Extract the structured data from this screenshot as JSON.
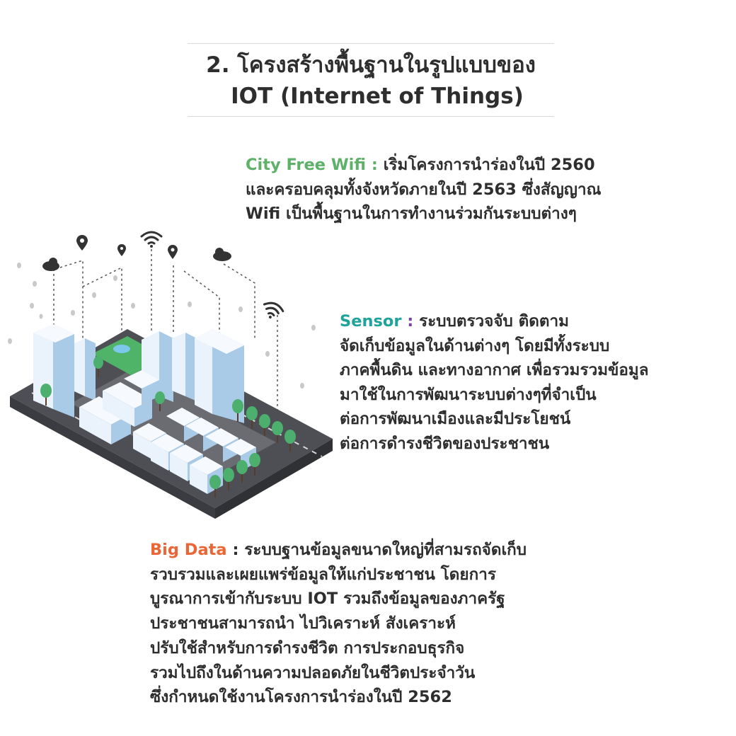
{
  "colors": {
    "accent_green": "#5db169",
    "accent_teal": "#1fa39a",
    "accent_orange": "#ea6634",
    "accent_purple": "#7b3fa0",
    "text_dark": "#2e2e2e",
    "road_gray": "#4d4f55",
    "building_light": "#eaf3fb",
    "building_blue": "#a9cbe8",
    "tree_green": "#4caf6e"
  },
  "title": {
    "line1": "2. โครงสร้างพื้นฐานในรูปแบบของ",
    "line2": "IOT (Internet of Things)"
  },
  "wifi": {
    "label": "City Free Wifi :",
    "lines": [
      " เริ่มโครงการนำร่องในปี 2560",
      "และครอบคลุมทั้งจังหวัดภายในปี 2563 ซึ่งสัญญาณ",
      "Wifi เป็นพื้นฐานในการทำงานร่วมกันระบบต่างๆ"
    ]
  },
  "sensor": {
    "label": "Sensor",
    "separator": " :",
    "lines": [
      " ระบบตรวจจับ ติดตาม",
      "จัดเก็บข้อมูลในด้านต่างๆ โดยมีทั้งระบบ",
      "ภาคพื้นดิน และทางอากาศ เพื่อรวมรวมข้อมูล",
      "มาใช้ในการพัฒนาระบบต่างๆที่จำเป็น",
      "ต่อการพัฒนาเมืองและมีประโยชน์",
      "ต่อการดำรงชีวิตของประชาชน"
    ]
  },
  "bigdata": {
    "label": "Big Data",
    "lines": [
      " : ระบบฐานข้อมูลขนาดใหญ่ที่สามรถจัดเก็บ",
      "รวบรวมและเผยแพร่ข้อมูลให้แก่ประชาชน โดยการ",
      "บูรณาการเข้ากับระบบ IOT รวมถึงข้อมูลของภาครัฐ",
      "ประชาชนสามารถนำ ไปวิเคราะห์ สังเคราะห์",
      "ปรับใช้สำหรับการดำรงชีวิต การประกอบธุรกิจ",
      "รวมไปถึงในด้านความปลอดภัยในชีวิตประจำวัน",
      "ซึ่งกำหนดใช้งานโครงการนำร่องในปี 2562"
    ]
  },
  "illustration": {
    "icons": [
      "cloud-icon",
      "location-pin-icon",
      "wifi-signal-icon"
    ]
  }
}
